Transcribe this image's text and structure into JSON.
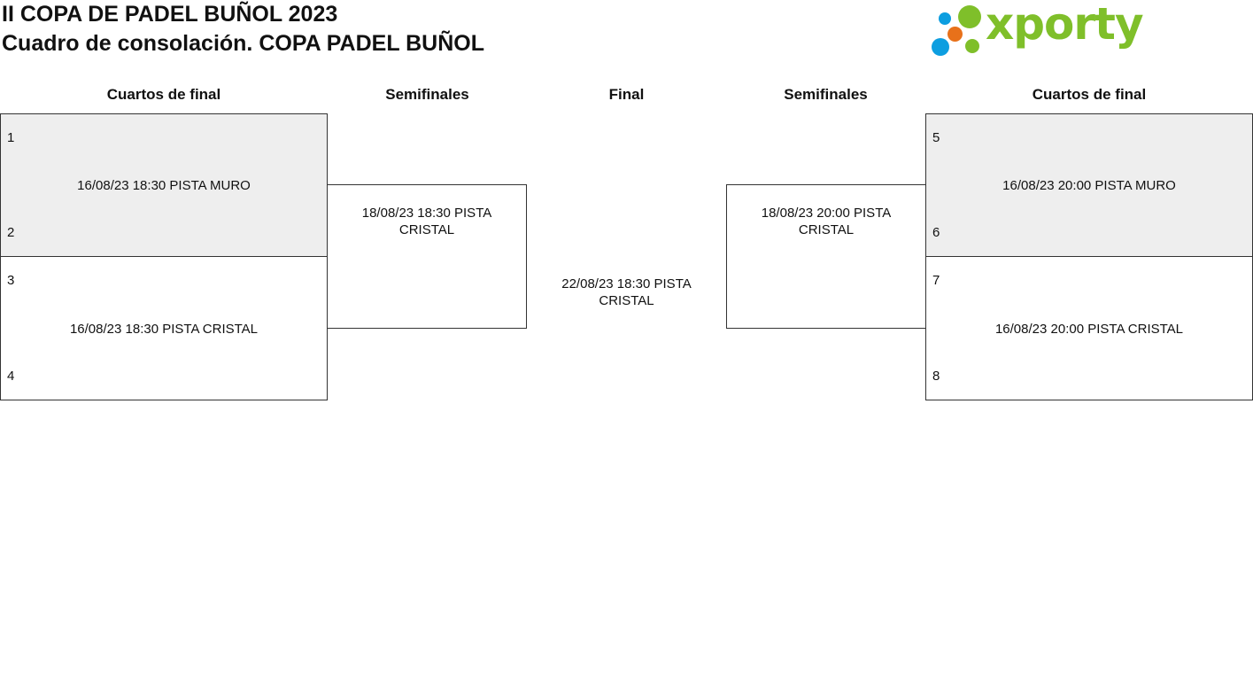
{
  "header": {
    "title": "II COPA DE PADEL BUÑOL 2023",
    "subtitle": "Cuadro de consolación. COPA PADEL BUÑOL"
  },
  "logo": {
    "text": "xporty",
    "colors": {
      "green": "#7fbf2a",
      "blue": "#0d9ee0",
      "orange": "#e8711a"
    }
  },
  "rounds": {
    "left_quarters": "Cuartos de final",
    "left_semis": "Semifinales",
    "final": "Final",
    "right_semis": "Semifinales",
    "right_quarters": "Cuartos de final"
  },
  "matches": {
    "qf1": {
      "seed_top": "1",
      "seed_bottom": "2",
      "info": "16/08/23 18:30 PISTA MURO"
    },
    "qf2": {
      "seed_top": "3",
      "seed_bottom": "4",
      "info": "16/08/23 18:30 PISTA CRISTAL"
    },
    "sf_left": {
      "info": "18/08/23 18:30 PISTA CRISTAL"
    },
    "final": {
      "info": "22/08/23 18:30 PISTA CRISTAL"
    },
    "sf_right": {
      "info": "18/08/23 20:00 PISTA CRISTAL"
    },
    "qf3": {
      "seed_top": "5",
      "seed_bottom": "6",
      "info": "16/08/23 20:00 PISTA MURO"
    },
    "qf4": {
      "seed_top": "7",
      "seed_bottom": "8",
      "info": "16/08/23 20:00 PISTA CRISTAL"
    }
  },
  "colors": {
    "shaded_box": "#eeeeee",
    "border": "#333333"
  }
}
